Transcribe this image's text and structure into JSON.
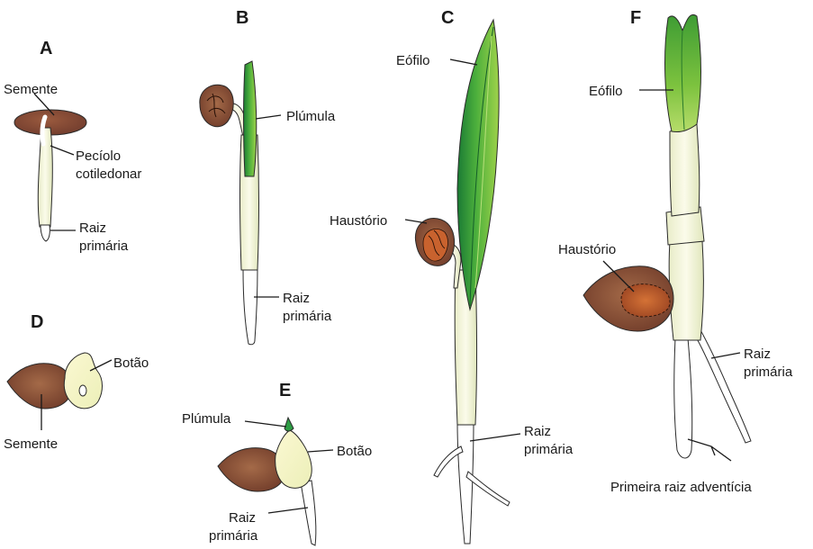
{
  "panels": [
    {
      "id": "A",
      "labels": [
        "Semente",
        "Pecíolo",
        "cotiledonar",
        "Raiz",
        "primária"
      ]
    },
    {
      "id": "B",
      "labels": [
        "Plúmula",
        "Raiz",
        "primária"
      ]
    },
    {
      "id": "C",
      "labels": [
        "Eófilo",
        "Haustório",
        "Raiz",
        "primária"
      ]
    },
    {
      "id": "D",
      "labels": [
        "Botão",
        "Semente"
      ]
    },
    {
      "id": "E",
      "labels": [
        "Plúmula",
        "Botão",
        "Raiz",
        "primária"
      ]
    },
    {
      "id": "F",
      "labels": [
        "Eófilo",
        "Haustório",
        "Raiz",
        "primária",
        "Primeira raiz adventícia"
      ]
    }
  ],
  "colors": {
    "seed": "#8a4a3a",
    "haustorium": "#c8622e",
    "leaf_dark": "#1e8a3a",
    "leaf_light": "#8fcb3c",
    "stem": "#f4f4dc",
    "root": "#ffffff"
  }
}
